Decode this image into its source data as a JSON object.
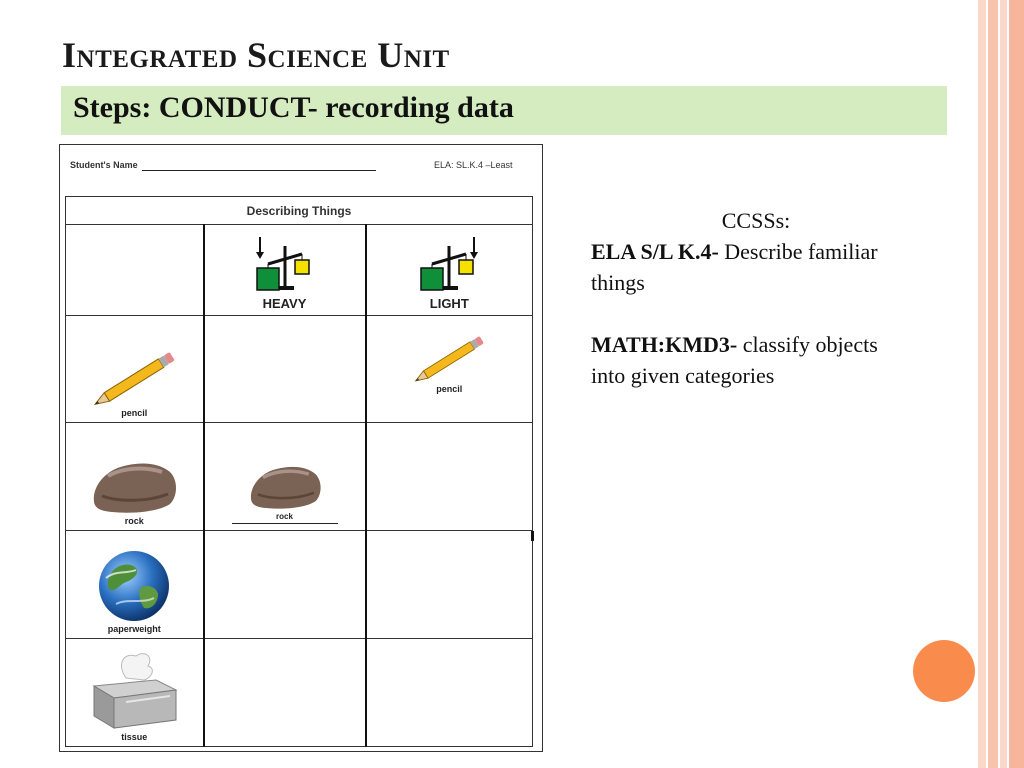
{
  "slide": {
    "title": "Integrated Science Unit",
    "subtitle": "Steps:  CONDUCT- recording data",
    "accent_color": "#f98c4c",
    "subtitle_bg": "#d4ecc0",
    "stripe_colors": [
      "#f9cbb7",
      "#f7b69b",
      "#fbd8c9"
    ]
  },
  "worksheet": {
    "student_name_label": "Student's Name",
    "standard_label": "ELA: SL.K.4 –Least",
    "table_title": "Describing Things",
    "headers": [
      {
        "label": "",
        "icon": "none"
      },
      {
        "label": "HEAVY",
        "icon": "balance-scale-heavy-icon"
      },
      {
        "label": "LIGHT",
        "icon": "balance-scale-light-icon"
      }
    ],
    "rows": [
      {
        "item": "pencil",
        "icon": "pencil-icon",
        "heavy": "",
        "light": "pencil"
      },
      {
        "item": "rock",
        "icon": "rock-icon",
        "heavy": "rock",
        "light": ""
      },
      {
        "item": "paperweight",
        "icon": "globe-paperweight-icon",
        "heavy": "",
        "light": ""
      },
      {
        "item": "tissue",
        "icon": "tissue-box-icon",
        "heavy": "",
        "light": ""
      }
    ]
  },
  "standards": {
    "heading": "CCSSs:",
    "ela_label": "ELA  S/L K.4-",
    "ela_text": " Describe familiar things",
    "math_label": "MATH:KMD3-",
    "math_text": " classify objects into given categories"
  }
}
